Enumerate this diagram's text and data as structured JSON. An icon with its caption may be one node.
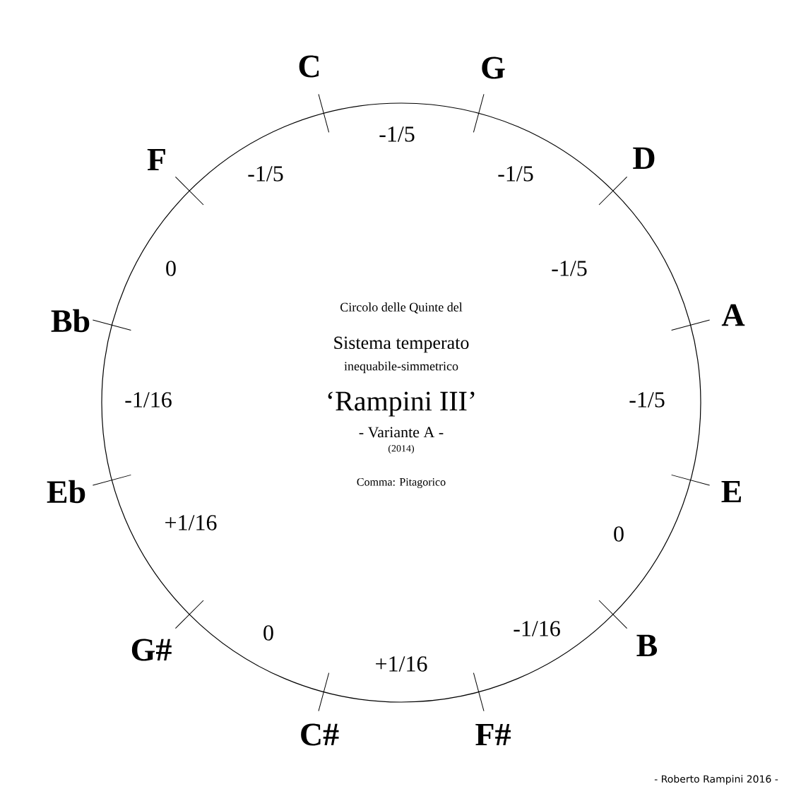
{
  "diagram": {
    "labels": [
      "C",
      "G",
      "D",
      "A",
      "E",
      "B",
      "F#",
      "C#",
      "G#",
      "Eb",
      "Bb",
      "F",
      "-1/5",
      "-1/5",
      "-1/5",
      "-1/5",
      "0",
      "-1/16",
      "+1/16",
      "0",
      "+1/16",
      "-1/16",
      "0",
      "-1/5",
      "Circolo delle Quinte del",
      "Sistema temperato",
      "inequabile-simmetrico",
      "‘Rampini III’",
      "- Variante A -",
      "(2014)",
      "Comma: Pitagorico",
      "- Roberto Rampini 2016 -"
    ]
  }
}
